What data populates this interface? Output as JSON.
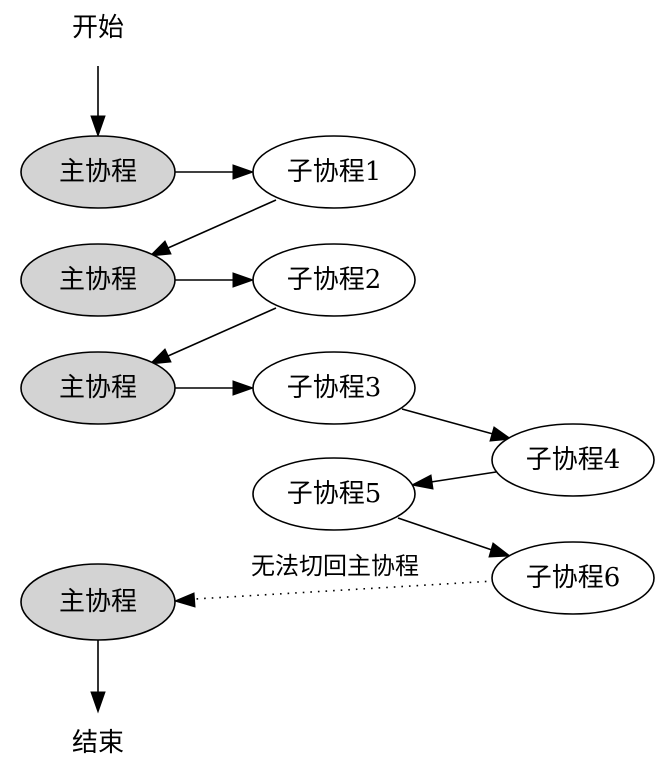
{
  "diagram": {
    "nodes": {
      "start": {
        "label": "开始",
        "kind": "plain"
      },
      "main1": {
        "label": "主协程",
        "kind": "main"
      },
      "sub1": {
        "label": "子协程1",
        "kind": "sub"
      },
      "main2": {
        "label": "主协程",
        "kind": "main"
      },
      "sub2": {
        "label": "子协程2",
        "kind": "sub"
      },
      "main3": {
        "label": "主协程",
        "kind": "main"
      },
      "sub3": {
        "label": "子协程3",
        "kind": "sub"
      },
      "sub4": {
        "label": "子协程4",
        "kind": "sub"
      },
      "sub5": {
        "label": "子协程5",
        "kind": "sub"
      },
      "sub6": {
        "label": "子协程6",
        "kind": "sub"
      },
      "main4": {
        "label": "主协程",
        "kind": "main"
      },
      "end": {
        "label": "结束",
        "kind": "plain"
      }
    },
    "edges": [
      {
        "from": "start",
        "to": "main1",
        "style": "solid"
      },
      {
        "from": "main1",
        "to": "sub1",
        "style": "solid"
      },
      {
        "from": "sub1",
        "to": "main2",
        "style": "solid"
      },
      {
        "from": "main2",
        "to": "sub2",
        "style": "solid"
      },
      {
        "from": "sub2",
        "to": "main3",
        "style": "solid"
      },
      {
        "from": "main3",
        "to": "sub3",
        "style": "solid"
      },
      {
        "from": "sub3",
        "to": "sub4",
        "style": "solid"
      },
      {
        "from": "sub4",
        "to": "sub5",
        "style": "solid"
      },
      {
        "from": "sub5",
        "to": "sub6",
        "style": "solid"
      },
      {
        "from": "sub6",
        "to": "main4",
        "style": "dotted",
        "label": "无法切回主协程"
      },
      {
        "from": "main4",
        "to": "end",
        "style": "solid"
      }
    ],
    "colors": {
      "main_fill": "#d3d3d3",
      "sub_fill": "#ffffff",
      "stroke": "#000000"
    }
  }
}
